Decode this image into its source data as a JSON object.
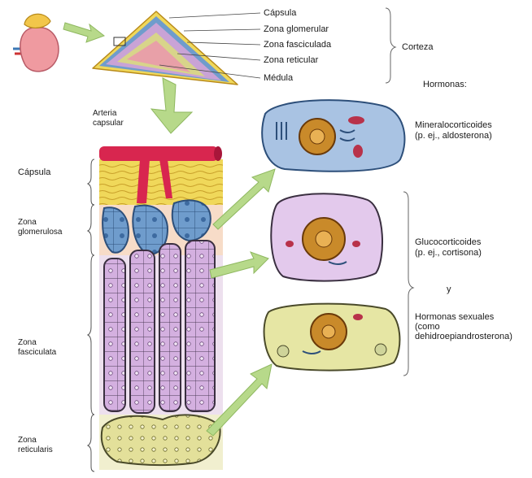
{
  "gland_labels": {
    "capsula": "Cápsula",
    "zona_glomerular": "Zona glomerular",
    "zona_fasciculada": "Zona fasciculada",
    "zona_reticular": "Zona reticular",
    "medula": "Médula",
    "corteza": "Corteza"
  },
  "artery_label": {
    "line1": "Arteria",
    "line2": "capsular"
  },
  "hormones_heading": "Hormonas:",
  "column_labels": {
    "capsula": "Cápsula",
    "glomerulosa_1": "Zona",
    "glomerulosa_2": "glomerulosa",
    "fasciculata_1": "Zona",
    "fasciculata_2": "fasciculata",
    "reticularis_1": "Zona",
    "reticularis_2": "reticularis"
  },
  "hormones": {
    "mineralo_1": "Mineralocorticoides",
    "mineralo_2": "(p. ej., aldosterona)",
    "gluco_1": "Glucocorticoides",
    "gluco_2": "(p. ej., cortisona)",
    "and": "y",
    "sex_1": "Hormonas sexuales",
    "sex_2": "(como",
    "sex_3": "dehidroepiandrosterona)"
  },
  "colors": {
    "capsule": "#f0d85a",
    "glomerulosa": "#6f9ccc",
    "fasciculata": "#c9a3d6",
    "reticularis": "#d8d48a",
    "medulla": "#e8a0a8",
    "artery": "#d8264f",
    "arrow": "#b7d98a"
  }
}
